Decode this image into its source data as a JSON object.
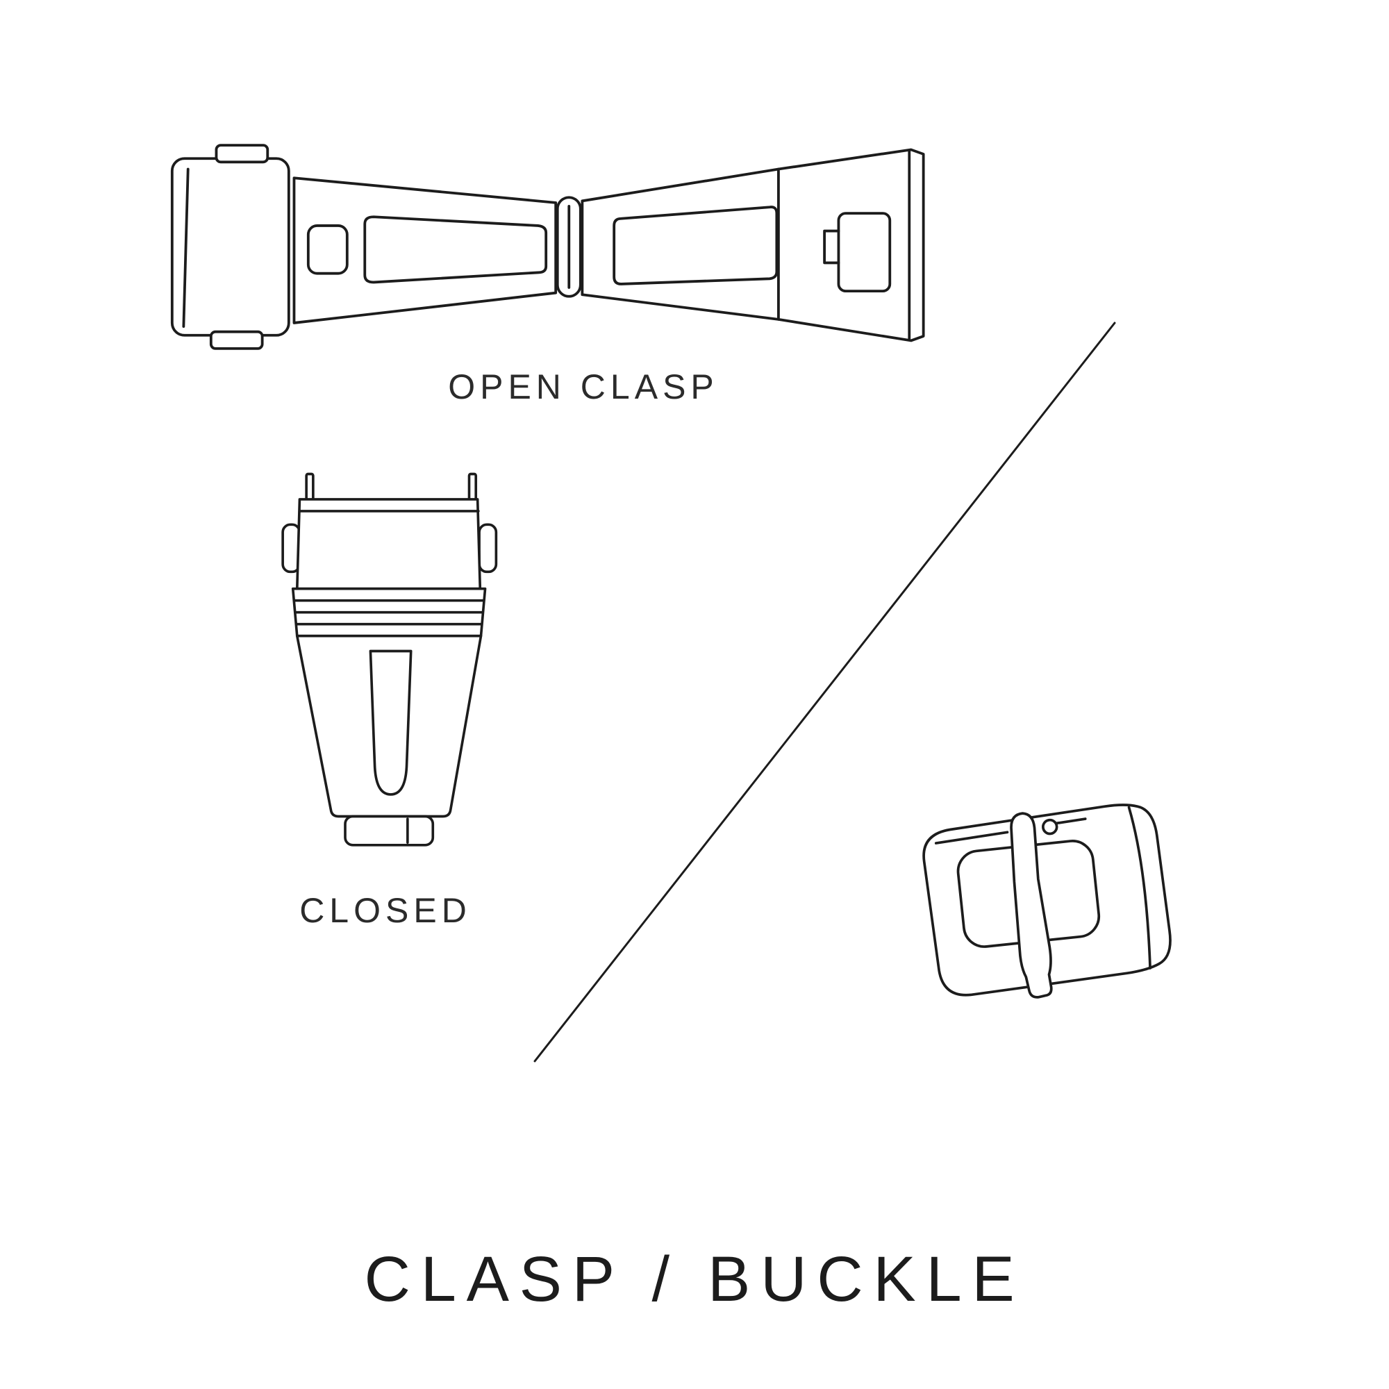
{
  "page": {
    "background_color": "#ffffff",
    "line_color": "#1c1c1c",
    "text_color": "#2b2b2b"
  },
  "labels": {
    "open_clasp": "OPEN CLASP",
    "closed": "CLOSED"
  },
  "title": "CLASP / BUCKLE"
}
